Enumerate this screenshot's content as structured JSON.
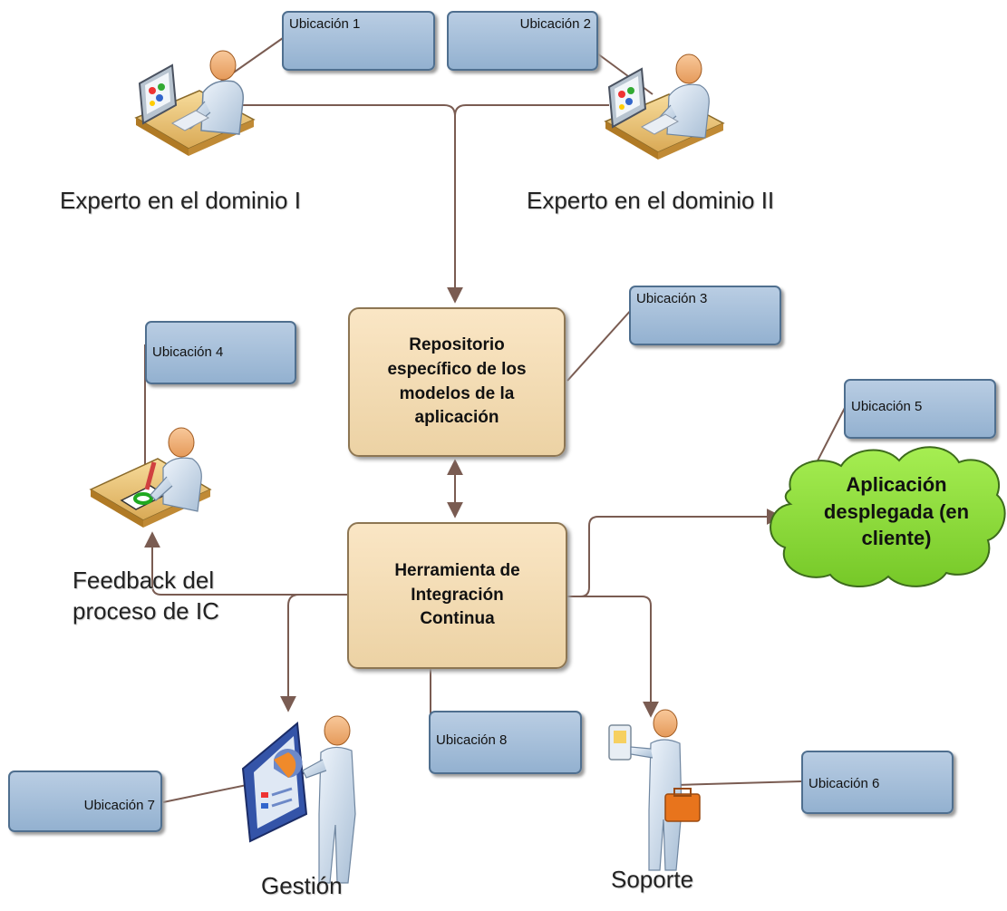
{
  "experts": {
    "expert_1": "Experto en el dominio I",
    "expert_2": "Experto en el dominio II"
  },
  "locations": {
    "loc1": "Ubicación 1",
    "loc2": "Ubicación 2",
    "loc3": "Ubicación 3",
    "loc4": "Ubicación 4",
    "loc5": "Ubicación 5",
    "loc6": "Ubicación 6",
    "loc7": "Ubicación 7",
    "loc8": "Ubicación 8"
  },
  "nodes": {
    "repository": "Repositorio específico de los modelos de la aplicación",
    "ci_tool": "Herramienta de Integración Continua",
    "deployed_app": "Aplicación desplegada (en cliente)"
  },
  "labels": {
    "feedback": "Feedback del proceso de IC",
    "management": "Gestión",
    "support": "Soporte"
  },
  "icons": [
    "designer-workstation-icon",
    "designer-workstation-icon",
    "writing-desk-person-icon",
    "presenter-person-icon",
    "support-person-icon"
  ],
  "colors": {
    "location_box": "#a8c1dc",
    "process_box": "#f5ddb6",
    "cloud": "#8fdc3c",
    "connector": "#7a5c52"
  }
}
